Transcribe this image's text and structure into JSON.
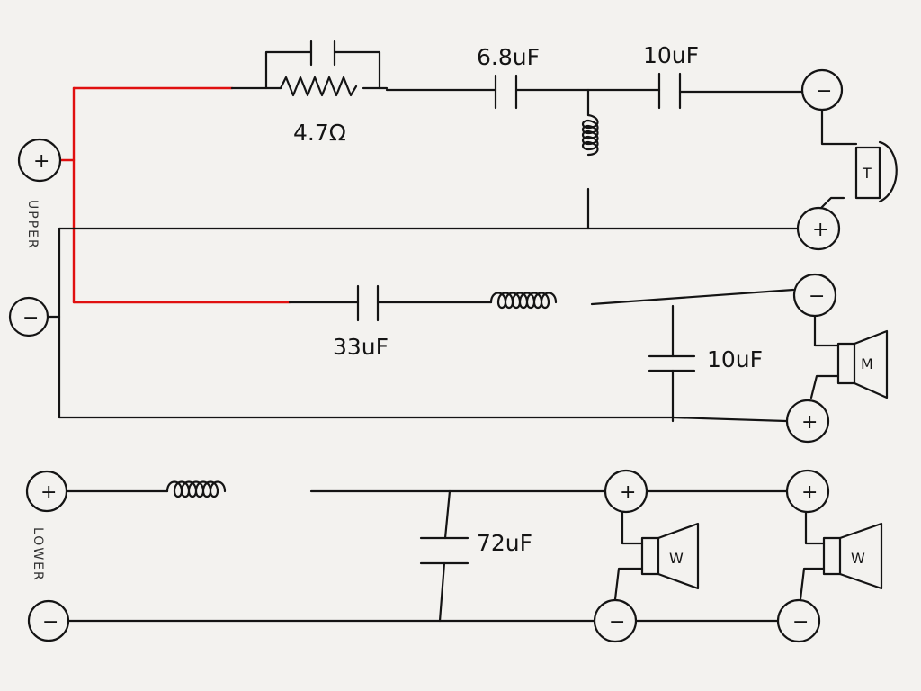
{
  "labels": {
    "r1": "4.7Ω",
    "c1": "6.8uF",
    "c2": "10uF",
    "c3": "33uF",
    "c4": "10uF",
    "c5": "72uF",
    "upper": "UPPER",
    "lower": "LOWER"
  },
  "terminals": {
    "plus": "+",
    "minus": "−"
  },
  "drivers": {
    "tweeter": "T",
    "mid": "M",
    "woofer1": "W",
    "woofer2": "W"
  },
  "colors": {
    "ink": "#141414",
    "highlight": "#e01010",
    "paper": "#f3f2ef"
  }
}
